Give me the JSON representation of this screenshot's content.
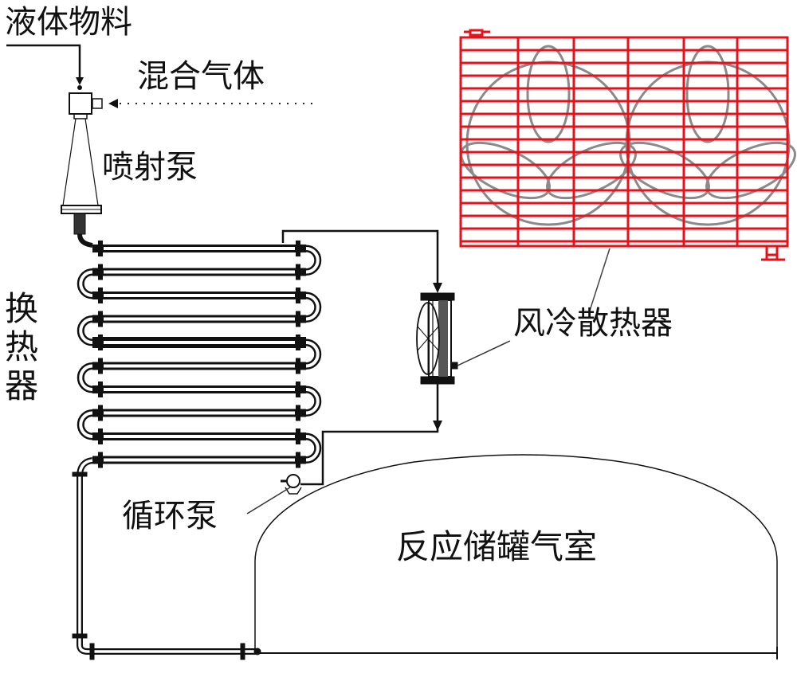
{
  "labels": {
    "liquid_feed": "液体物料",
    "mixed_gas": "混合气体",
    "jet_pump": "喷射泵",
    "heat_exchanger_chars": [
      "换",
      "热",
      "器"
    ],
    "air_cooler": "风冷散热器",
    "circulation_pump": "循环泵",
    "tank_gas_chamber": "反应储罐气室"
  },
  "colors": {
    "line": "#111111",
    "radiator": "#e8111a",
    "fan_curve": "#8a8a8a"
  }
}
